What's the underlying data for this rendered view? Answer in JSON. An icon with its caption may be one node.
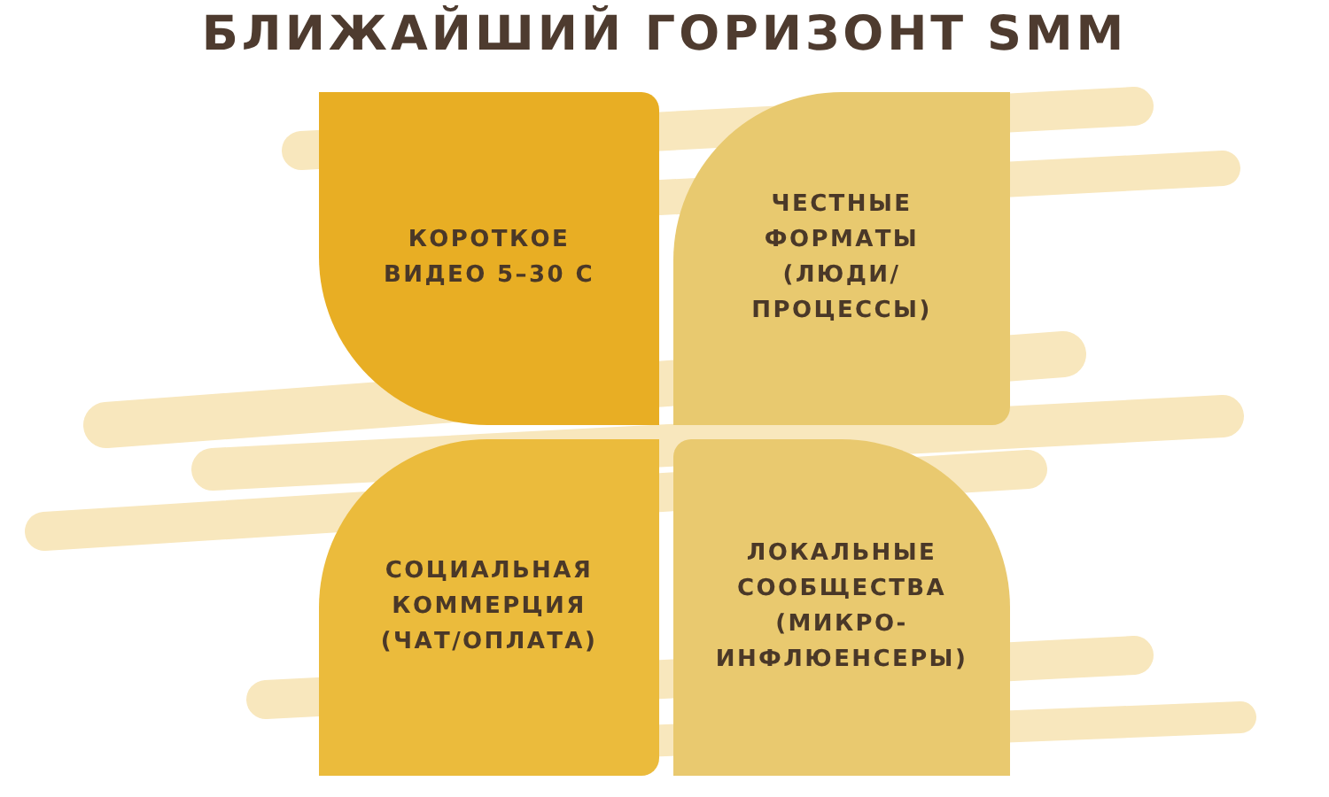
{
  "diagram": {
    "title": "БЛИЖАЙШИЙ ГОРИЗОНТ SMM",
    "nodes": [
      {
        "text": [
          "КОРОТКОЕ ВИДЕО 5–30 С"
        ]
      },
      {
        "text": [
          "ЧЕСТНЫЕ ФОРМАТЫ (ЛЮДИ/ ПРОЦЕССЫ)"
        ]
      },
      {
        "text": [
          "СОЦИАЛЬНАЯ КОММЕРЦИЯ (ЧАТ/ОПЛАТА)"
        ]
      },
      {
        "text": [
          "ЛОКАЛЬНЫЕ СООБЩЕСТВА (МИКРО- ИНФЛЮЕНСЕРЫ)"
        ]
      }
    ]
  }
}
